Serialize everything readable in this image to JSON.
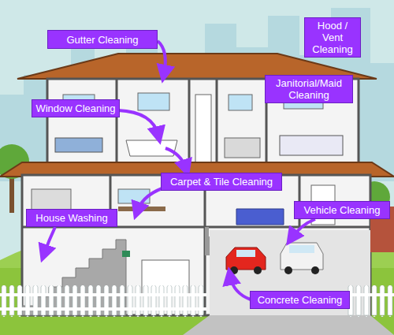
{
  "diagram": {
    "nodes": [
      {
        "text": [
          "Gutter Cleaning"
        ]
      },
      {
        "text": [
          "Hood / Vent Cleaning"
        ]
      },
      {
        "text": [
          "Janitorial/Maid Cleaning"
        ]
      },
      {
        "text": [
          "Window Cleaning"
        ]
      },
      {
        "text": [
          "Carpet & Tile Cleaning"
        ]
      },
      {
        "text": [
          "Vehicle Cleaning"
        ]
      },
      {
        "text": [
          "House Washing"
        ]
      },
      {
        "text": [
          "Concrete Cleaning"
        ]
      }
    ]
  }
}
